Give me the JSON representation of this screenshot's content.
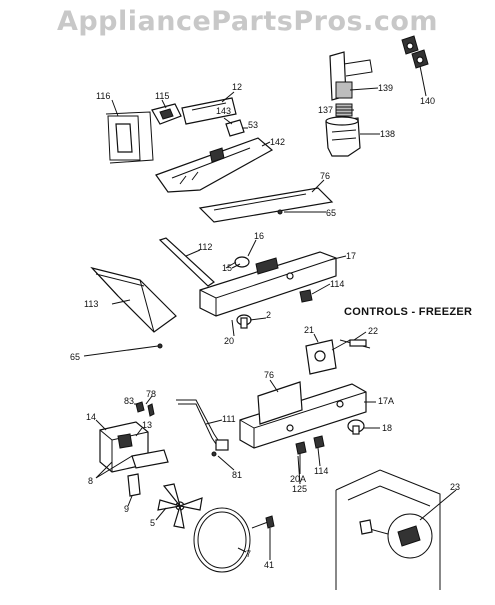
{
  "watermark": "AppliancePartsPros.com",
  "section_label": "CONTROLS - FREEZER",
  "callouts": {
    "c116": "116",
    "c115": "115",
    "c12": "12",
    "c143": "143",
    "c53": "53",
    "c142": "142",
    "c139": "139",
    "c140": "140",
    "c137": "137",
    "c138": "138",
    "c76a": "76",
    "c65a": "65",
    "c16": "16",
    "c112": "112",
    "c15": "15",
    "c17": "17",
    "c113": "113",
    "c114a": "114",
    "c2": "2",
    "c20": "20",
    "c65b": "65",
    "c22": "22",
    "c21": "21",
    "c76b": "76",
    "c17a": "17A",
    "c78": "78",
    "c83": "83",
    "c14": "14",
    "c13": "13",
    "c111": "111",
    "c18": "18",
    "c8": "8",
    "c20a": "20A",
    "c114b": "114",
    "c81": "81",
    "c125": "125",
    "c9": "9",
    "c5": "5",
    "c23": "23",
    "c7": "7",
    "c41": "41"
  }
}
